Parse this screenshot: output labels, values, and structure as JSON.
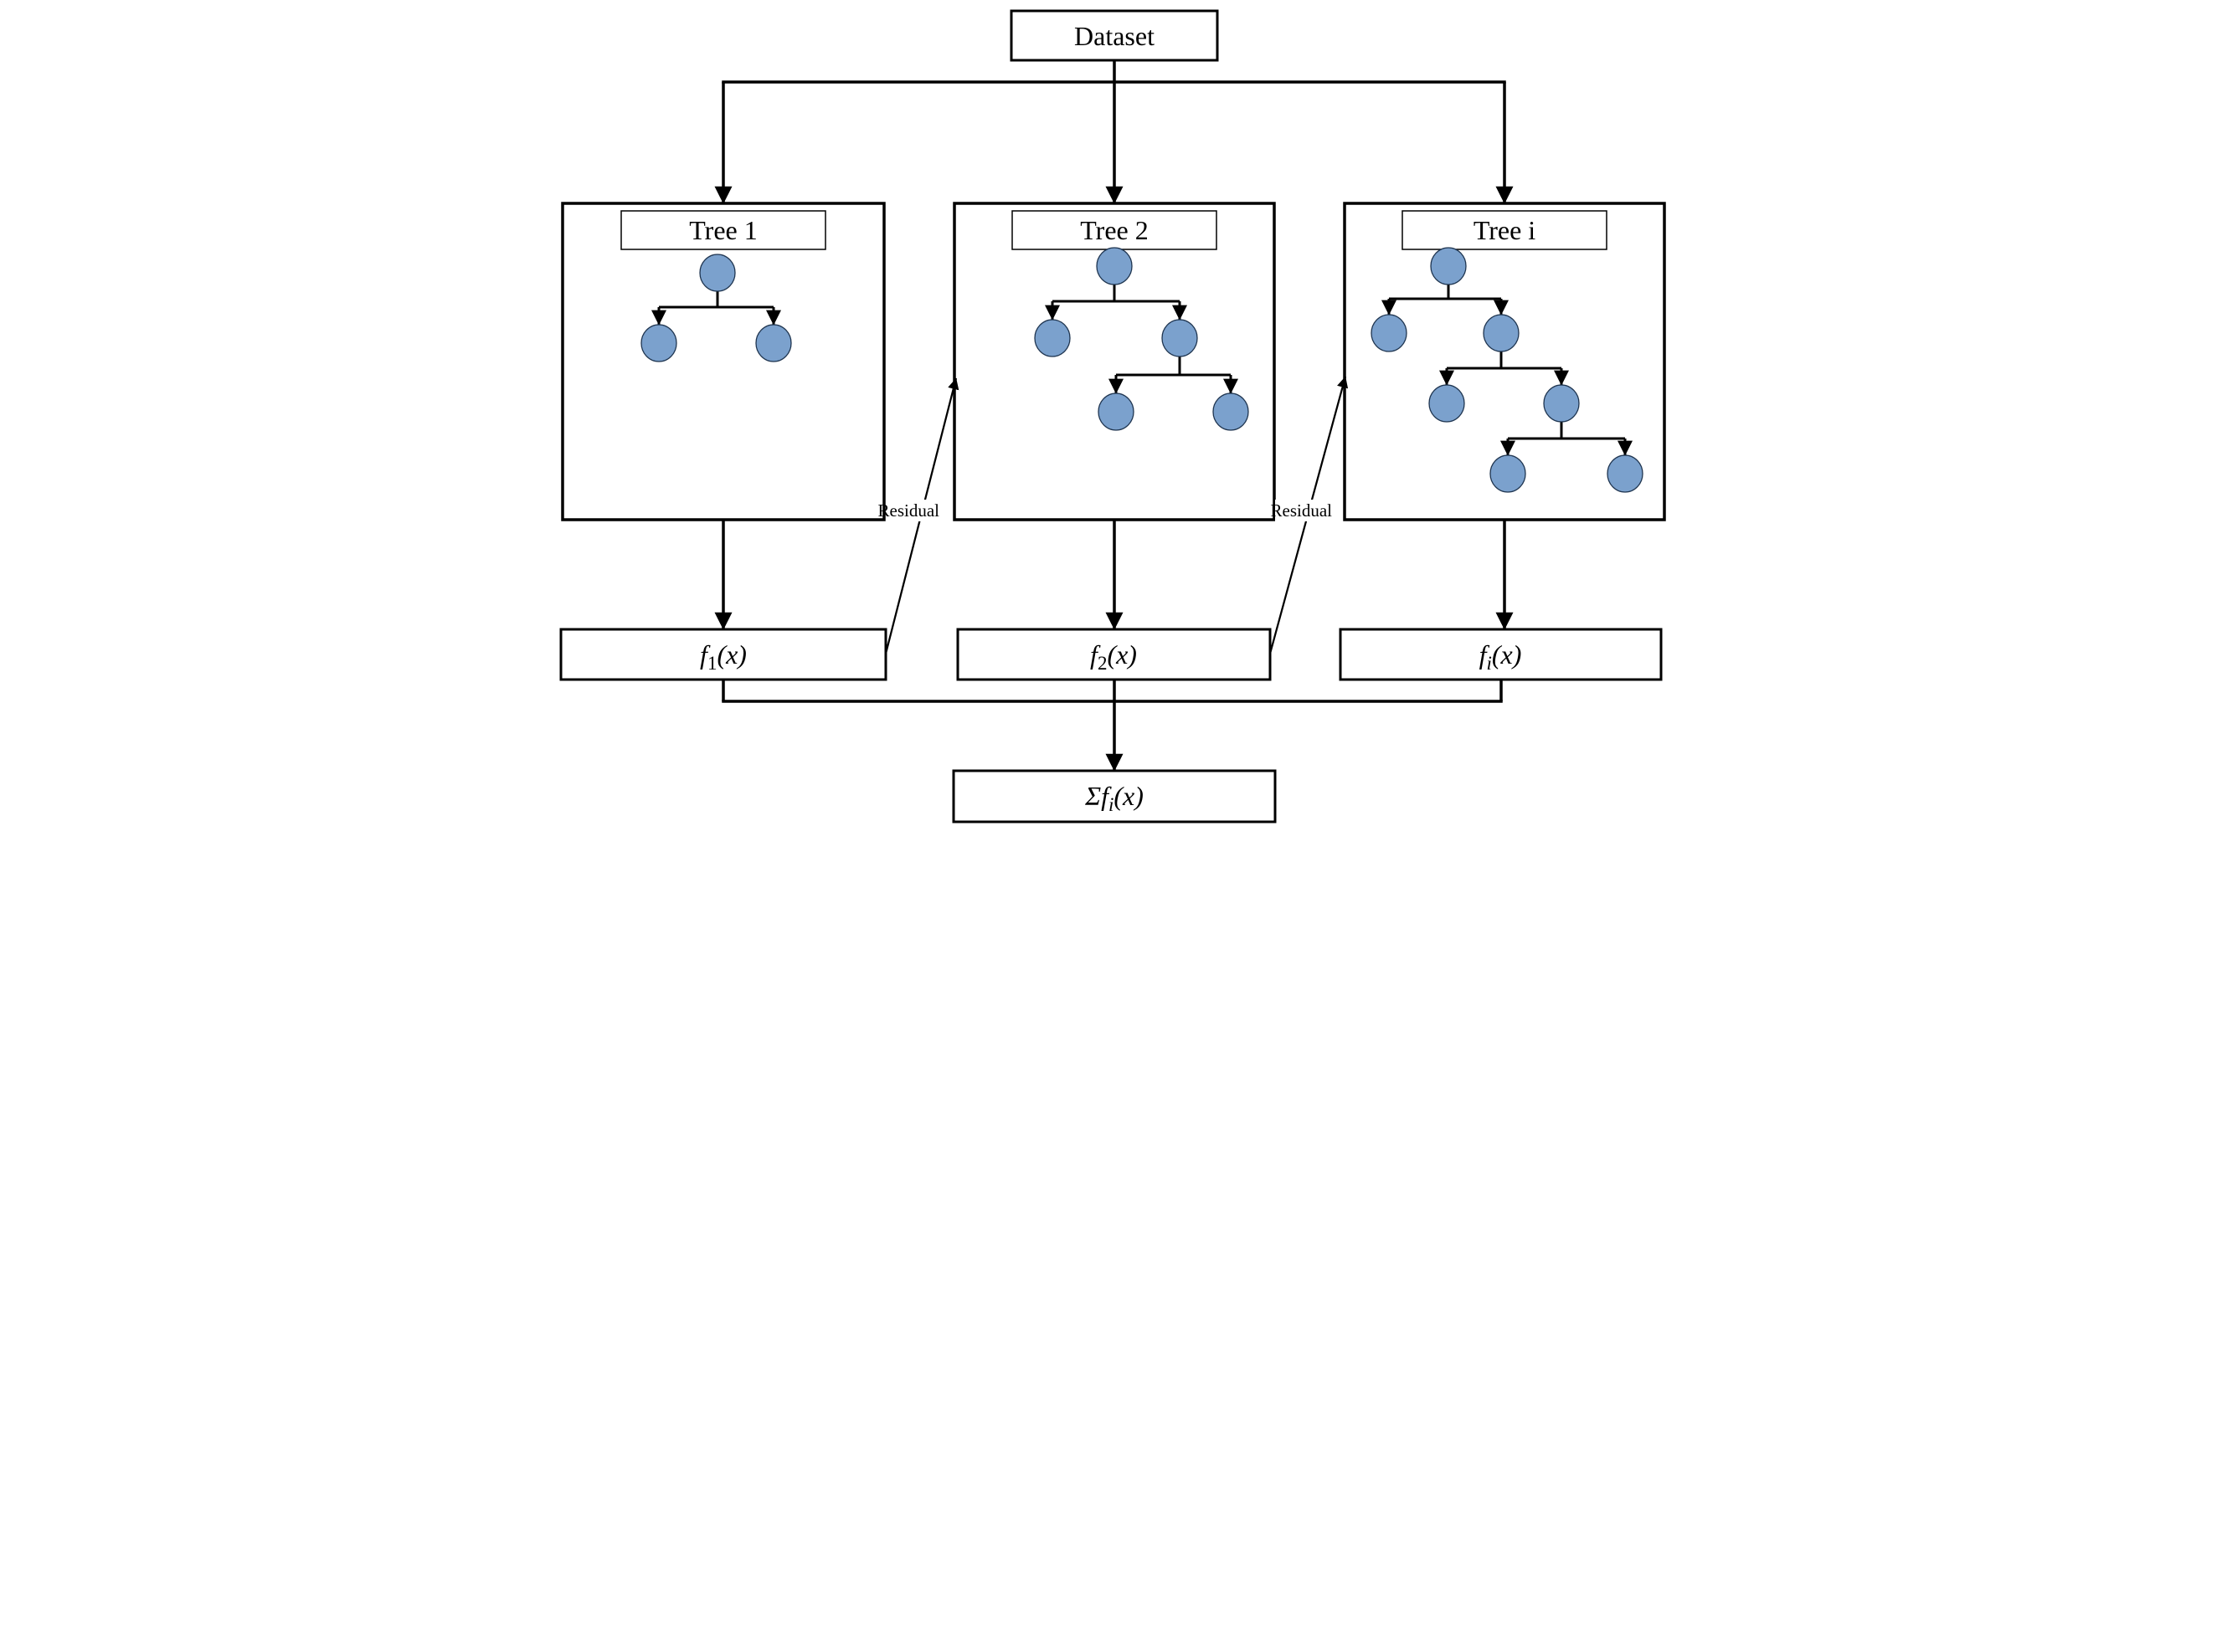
{
  "diagram": {
    "type": "gradient-boosting-flowchart",
    "dataset_label": "Dataset",
    "trees": [
      {
        "label": "Tree 1",
        "node_count": 3,
        "depth": 2,
        "edges": [
          [
            "root",
            "leaf-left"
          ],
          [
            "root",
            "leaf-right"
          ]
        ]
      },
      {
        "label": "Tree 2",
        "node_count": 5,
        "depth": 3,
        "edges": [
          [
            "root",
            "leaf-left"
          ],
          [
            "root",
            "node-right"
          ],
          [
            "node-right",
            "leaf-left"
          ],
          [
            "node-right",
            "leaf-right"
          ]
        ]
      },
      {
        "label": "Tree i",
        "node_count": 7,
        "depth": 4,
        "edges": [
          [
            "root",
            "leaf-left"
          ],
          [
            "root",
            "node-right"
          ],
          [
            "node-right",
            "leaf-left"
          ],
          [
            "node-right",
            "node-right-2"
          ],
          [
            "node-right-2",
            "leaf-left"
          ],
          [
            "node-right-2",
            "leaf-right"
          ]
        ]
      }
    ],
    "outputs": [
      {
        "func": "f",
        "sub": "1",
        "args": "(x)"
      },
      {
        "func": "f",
        "sub": "2",
        "args": "(x)"
      },
      {
        "func": "f",
        "sub": "i",
        "args": "(x)"
      }
    ],
    "sum_output": {
      "prefix": "Σ",
      "func": "f",
      "sub": "i",
      "args": "(x)"
    },
    "residual_labels": [
      "Residual",
      "Residual"
    ],
    "colors": {
      "node_fill": "#7ba1cd",
      "node_stroke": "#1f3550",
      "line": "#000000",
      "background": "#ffffff"
    }
  }
}
